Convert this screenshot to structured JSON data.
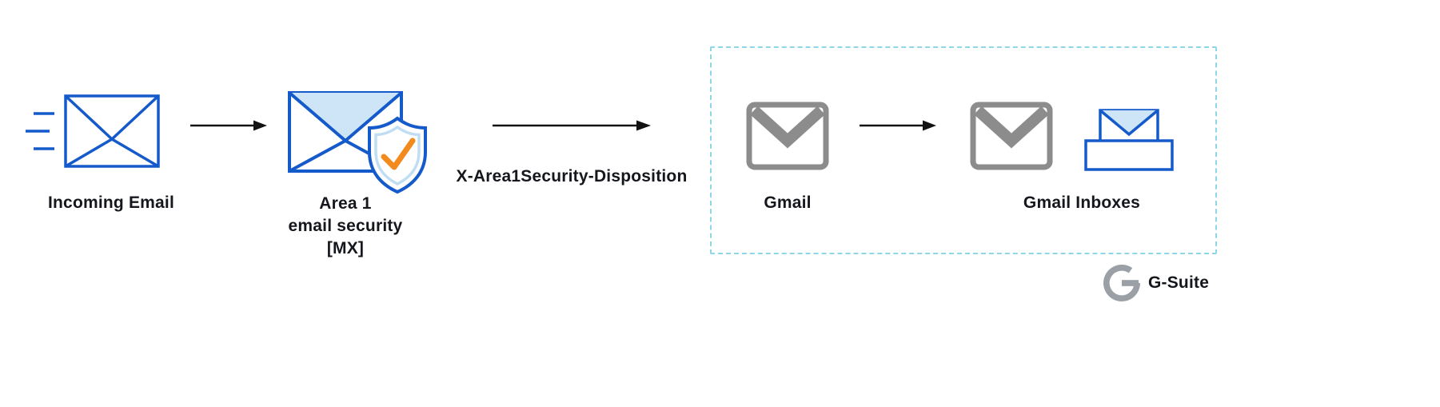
{
  "nodes": {
    "incoming_email": {
      "label": "Incoming Email",
      "icon": "speed-lines-envelope-icon"
    },
    "area1": {
      "label_lines": [
        "Area 1",
        "email security",
        "[MX]"
      ],
      "icon": "envelope-shield-check-icon"
    },
    "gmail": {
      "label": "Gmail",
      "icon": "gmail-envelope-icon"
    },
    "gmail_inboxes": {
      "label": "Gmail Inboxes",
      "icons": [
        "gmail-envelope-icon",
        "inbox-tray-envelope-icon"
      ]
    }
  },
  "flow": {
    "disposition_header": "X-Area1Security-Disposition",
    "arrows": [
      "incoming-to-area1",
      "area1-to-gmail",
      "gmail-to-inboxes"
    ]
  },
  "boundary": {
    "style": "dashed",
    "contains": [
      "Gmail",
      "Gmail Inboxes"
    ]
  },
  "branding": {
    "gsuite_label": "G-Suite",
    "icon": "google-g-icon"
  },
  "colors": {
    "primary_blue": "#155ACB",
    "light_blue": "#CDE5F7",
    "accent_orange": "#F28A1D",
    "gmail_gray": "#8C8C8C",
    "dashed_cyan": "#8ED7E9",
    "arrow_black": "#121212",
    "text": "#15171C",
    "g_gray": "#9AA0A6",
    "background": "#FFFFFF"
  }
}
